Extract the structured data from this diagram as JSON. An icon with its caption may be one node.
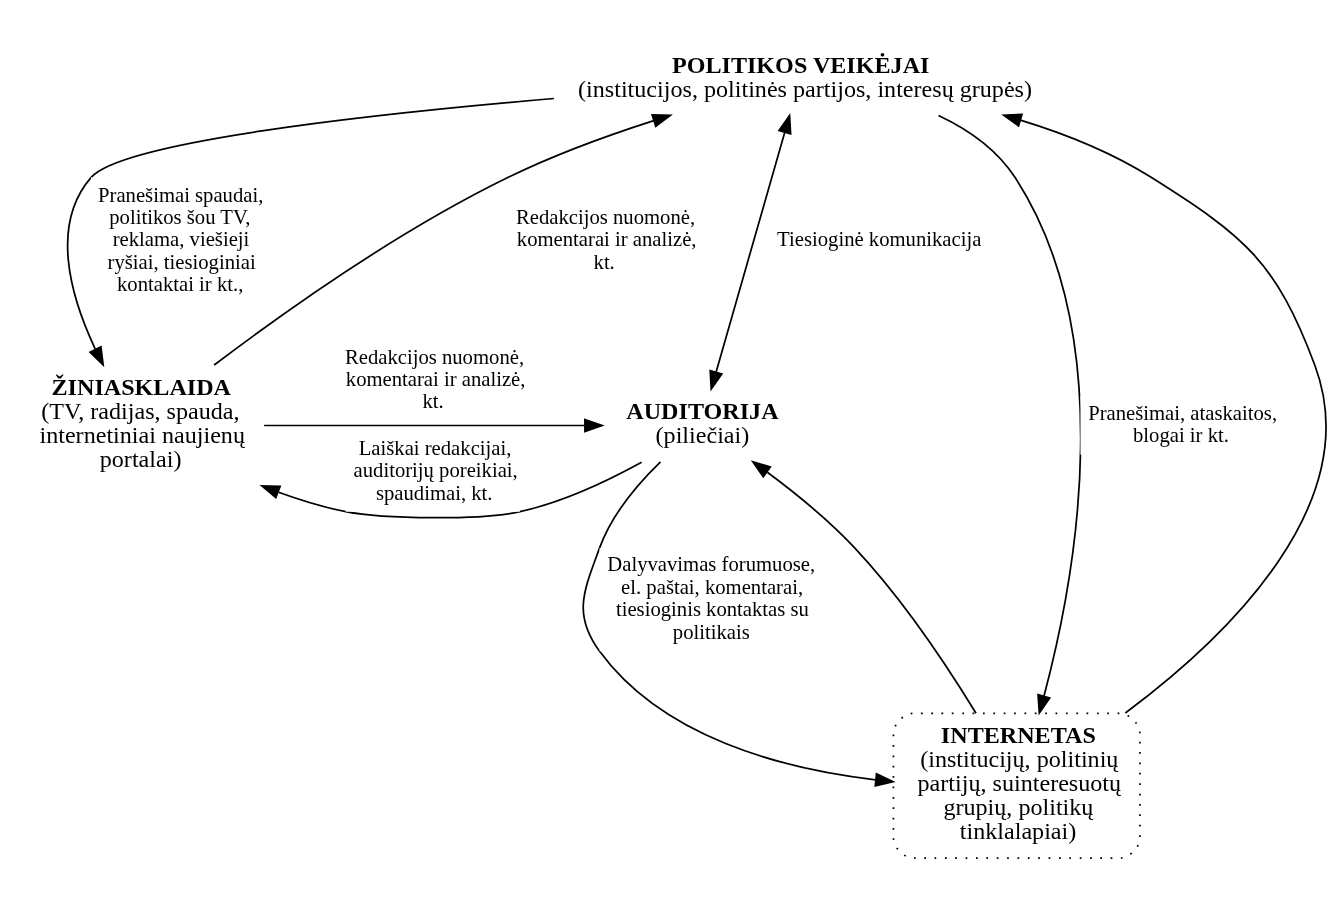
{
  "diagram": {
    "nodes": [
      {
        "text": [
          "POLITIKOS VEIKĖJAI",
          "(institucijos, politinės partijos, interesų grupės)"
        ]
      },
      {
        "text": [
          "ŽINIASKLAIDA",
          "(TV, radijas, spauda, internetiniai naujienų portalai)"
        ]
      },
      {
        "text": [
          "AUDITORIJA",
          "(piliečiai)"
        ]
      },
      {
        "text": [
          "INTERNETAS",
          "(institucijų, politinių partijų, suinteresuotų grupių, politikų tinklalapiai)"
        ]
      }
    ],
    "edges": [
      {
        "from": 1,
        "to": 0,
        "arrow": "to",
        "label": "Redakcijos nuomonė, komentarai ir analizė, kt."
      },
      {
        "from": 0,
        "to": 1,
        "arrow": "to",
        "label": "Pranešimai spaudai, politikos šou TV, reklama, viešieji ryšiai, tiesioginiai kontaktai ir kt.,"
      },
      {
        "from": 0,
        "to": 2,
        "arrow": "both",
        "label": "Tiesioginė komunikacija"
      },
      {
        "from": 0,
        "to": 3,
        "arrow": "to",
        "label": "Pranešimai, ataskaitos, blogai ir kt."
      },
      {
        "from": 3,
        "to": 0,
        "arrow": "to"
      },
      {
        "from": 3,
        "to": 2,
        "arrow": "to"
      },
      {
        "from": 2,
        "to": 3,
        "arrow": "to",
        "label": "Dalyvavimas forumuose, el. paštai, komentarai, tiesioginis kontaktas su politikais"
      },
      {
        "from": 2,
        "to": 1,
        "arrow": "to",
        "label": "Laiškai redakcijai, auditorijų poreikiai, spaudimai, kt."
      },
      {
        "from": 1,
        "to": 2,
        "arrow": "to",
        "label": "Redakcijos nuomonė, komentarai ir analizė, kt."
      }
    ]
  }
}
